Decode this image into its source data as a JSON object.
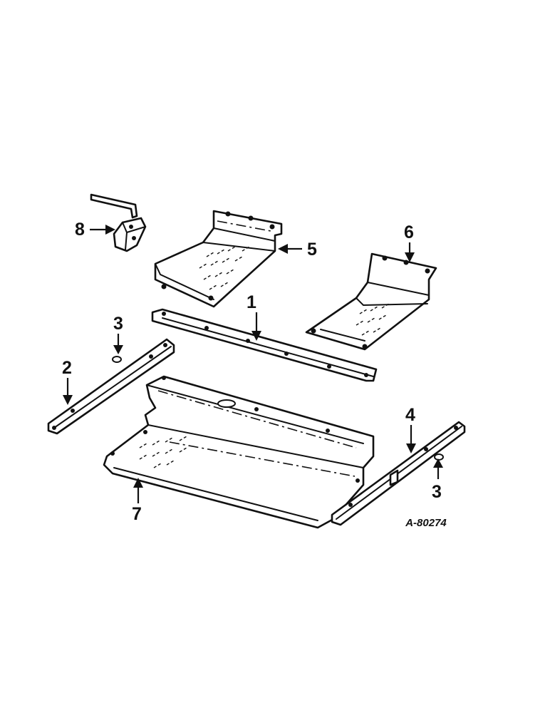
{
  "diagram": {
    "reference_code": "A-80274",
    "callouts": [
      {
        "id": "1",
        "label": "1"
      },
      {
        "id": "2",
        "label": "2"
      },
      {
        "id": "3a",
        "label": "3"
      },
      {
        "id": "3b",
        "label": "3"
      },
      {
        "id": "4",
        "label": "4"
      },
      {
        "id": "5",
        "label": "5"
      },
      {
        "id": "6",
        "label": "6"
      },
      {
        "id": "7",
        "label": "7"
      },
      {
        "id": "8",
        "label": "8"
      }
    ]
  }
}
